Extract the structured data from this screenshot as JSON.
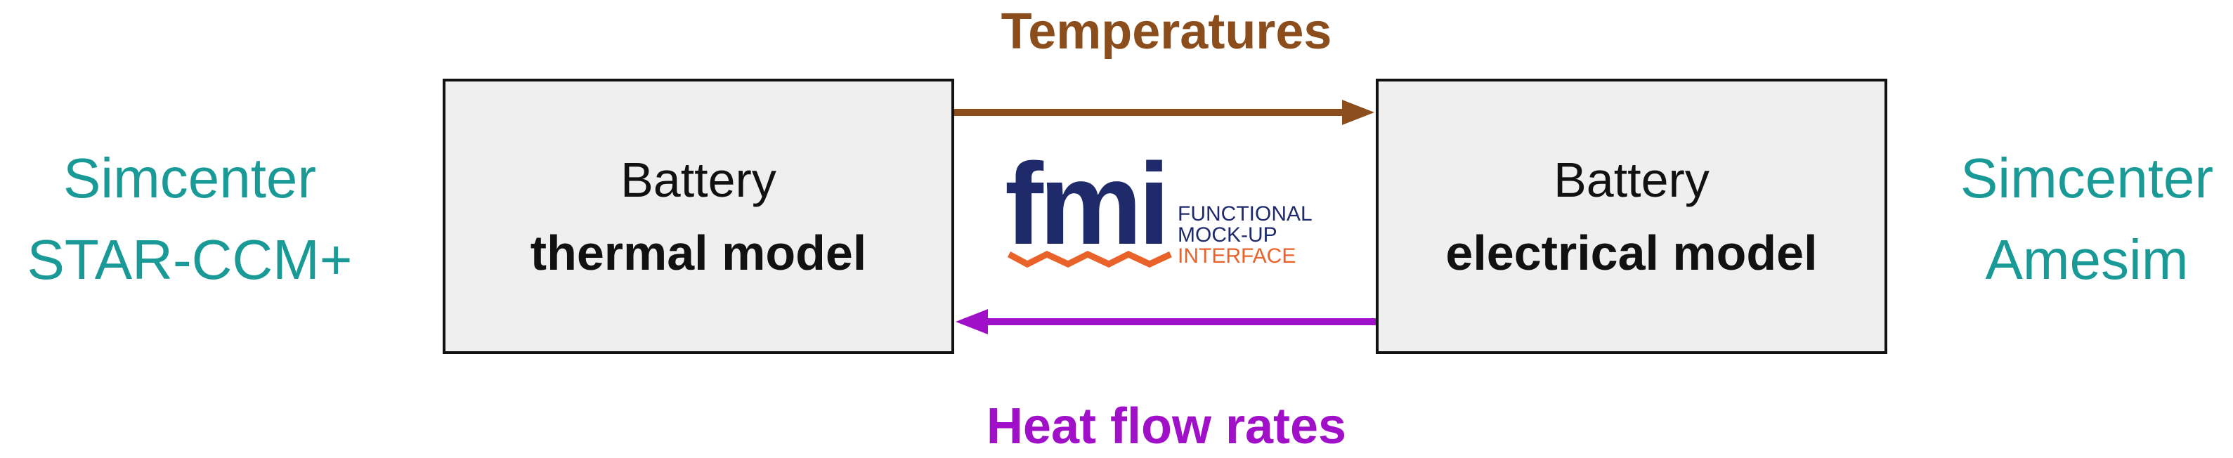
{
  "left_tool": {
    "line1": "Simcenter",
    "line2": "STAR-CCM+"
  },
  "right_tool": {
    "line1": "Simcenter",
    "line2": "Amesim"
  },
  "thermal_box": {
    "line1": "Battery",
    "line2": "thermal model"
  },
  "electrical_box": {
    "line1": "Battery",
    "line2": "electrical model"
  },
  "arrows": {
    "top_label": "Temperatures",
    "bottom_label": "Heat flow rates"
  },
  "fmi": {
    "mark": "fmi",
    "line1": "FUNCTIONAL",
    "line2": "MOCK-UP",
    "line3": "INTERFACE"
  },
  "colors": {
    "tool_label": "#1a9a96",
    "temperatures_arrow": "#8b4d1c",
    "heat_flow_arrow": "#a010c8",
    "box_fill": "#efefef",
    "fmi_navy": "#1f2a6b",
    "fmi_orange": "#e8622a"
  }
}
